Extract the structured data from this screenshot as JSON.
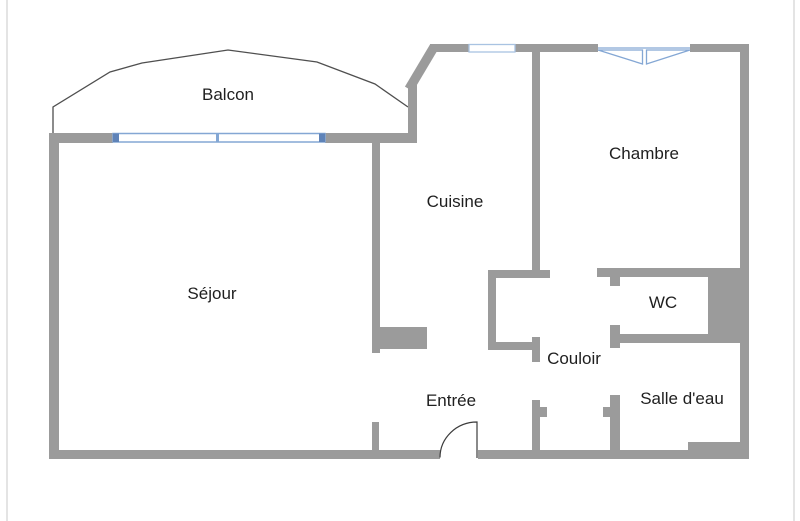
{
  "title": "Floor plan",
  "palette": {
    "page_bg": "#ffffff",
    "page_edge": "#e4e4e4",
    "wall": "#9b9b9b",
    "balcony_outline": "#4f4f4f",
    "door": "#3c3c3c",
    "window_blue": "#84a7d4",
    "window_blue_light": "#a9c3e2",
    "window_cap_blue": "#5f83b8",
    "label": "#1f1f1f"
  },
  "rooms": [
    {
      "id": "balcon",
      "label": "Balcon"
    },
    {
      "id": "sejour",
      "label": "Séjour"
    },
    {
      "id": "cuisine",
      "label": "Cuisine"
    },
    {
      "id": "chambre",
      "label": "Chambre"
    },
    {
      "id": "wc",
      "label": "WC"
    },
    {
      "id": "couloir",
      "label": "Couloir"
    },
    {
      "id": "entree",
      "label": "Entrée"
    },
    {
      "id": "salle_deau",
      "label": "Salle d'eau"
    }
  ],
  "features": [
    "balcony-curved-edge",
    "sejour-double-window",
    "cuisine-window",
    "chambre-french-window-with-casement-triangles",
    "entry-door-swing-arc",
    "wc-duct-block"
  ]
}
